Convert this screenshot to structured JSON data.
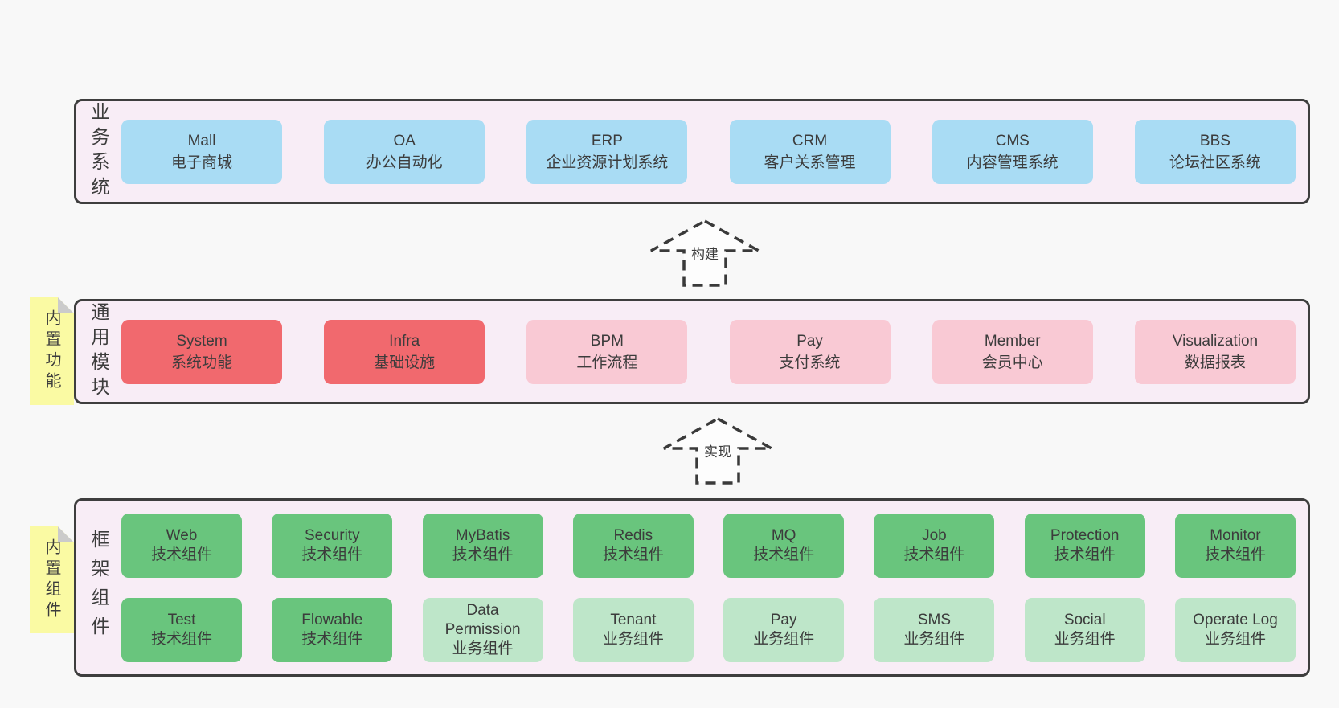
{
  "layers": [
    {
      "id": "business-systems",
      "label": "业务系统",
      "boxes": [
        {
          "name": "Mall",
          "desc": "电子商城",
          "variant": "blue"
        },
        {
          "name": "OA",
          "desc": "办公自动化",
          "variant": "blue"
        },
        {
          "name": "ERP",
          "desc": "企业资源计划系统",
          "variant": "blue"
        },
        {
          "name": "CRM",
          "desc": "客户关系管理",
          "variant": "blue"
        },
        {
          "name": "CMS",
          "desc": "内容管理系统",
          "variant": "blue"
        },
        {
          "name": "BBS",
          "desc": "论坛社区系统",
          "variant": "blue"
        }
      ]
    },
    {
      "id": "common-modules",
      "label": "通用模块",
      "note": "内置功能",
      "boxes": [
        {
          "name": "System",
          "desc": "系统功能",
          "variant": "red"
        },
        {
          "name": "Infra",
          "desc": "基础设施",
          "variant": "red"
        },
        {
          "name": "BPM",
          "desc": "工作流程",
          "variant": "pink"
        },
        {
          "name": "Pay",
          "desc": "支付系统",
          "variant": "pink"
        },
        {
          "name": "Member",
          "desc": "会员中心",
          "variant": "pink"
        },
        {
          "name": "Visualization",
          "desc": "数据报表",
          "variant": "pink"
        }
      ]
    },
    {
      "id": "framework-components",
      "label": "框架组件",
      "note": "内置组件",
      "rows": [
        [
          {
            "name": "Web",
            "desc": "技术组件",
            "variant": "green"
          },
          {
            "name": "Security",
            "desc": "技术组件",
            "variant": "green"
          },
          {
            "name": "MyBatis",
            "desc": "技术组件",
            "variant": "green"
          },
          {
            "name": "Redis",
            "desc": "技术组件",
            "variant": "green"
          },
          {
            "name": "MQ",
            "desc": "技术组件",
            "variant": "green"
          },
          {
            "name": "Job",
            "desc": "技术组件",
            "variant": "green"
          },
          {
            "name": "Protection",
            "desc": "技术组件",
            "variant": "green"
          },
          {
            "name": "Monitor",
            "desc": "技术组件",
            "variant": "green"
          }
        ],
        [
          {
            "name": "Test",
            "desc": "技术组件",
            "variant": "green"
          },
          {
            "name": "Flowable",
            "desc": "技术组件",
            "variant": "green"
          },
          {
            "name": "Data Permission",
            "desc": "业务组件",
            "variant": "lgreen"
          },
          {
            "name": "Tenant",
            "desc": "业务组件",
            "variant": "lgreen"
          },
          {
            "name": "Pay",
            "desc": "业务组件",
            "variant": "lgreen"
          },
          {
            "name": "SMS",
            "desc": "业务组件",
            "variant": "lgreen"
          },
          {
            "name": "Social",
            "desc": "业务组件",
            "variant": "lgreen"
          },
          {
            "name": "Operate Log",
            "desc": "业务组件",
            "variant": "lgreen"
          }
        ]
      ]
    }
  ],
  "arrows": [
    {
      "label": "构建"
    },
    {
      "label": "实现"
    }
  ],
  "colors": {
    "page_bg": "#f8f8f8",
    "layer_bg": "#f8edf6",
    "layer_border": "#3e3e3e",
    "blue": "#a9dcf4",
    "red": "#f1696e",
    "pink": "#f9c9d4",
    "green": "#69c57d",
    "light_green": "#bee6c9",
    "note_yellow": "#fafaa3",
    "text": "#3c3c3c"
  }
}
